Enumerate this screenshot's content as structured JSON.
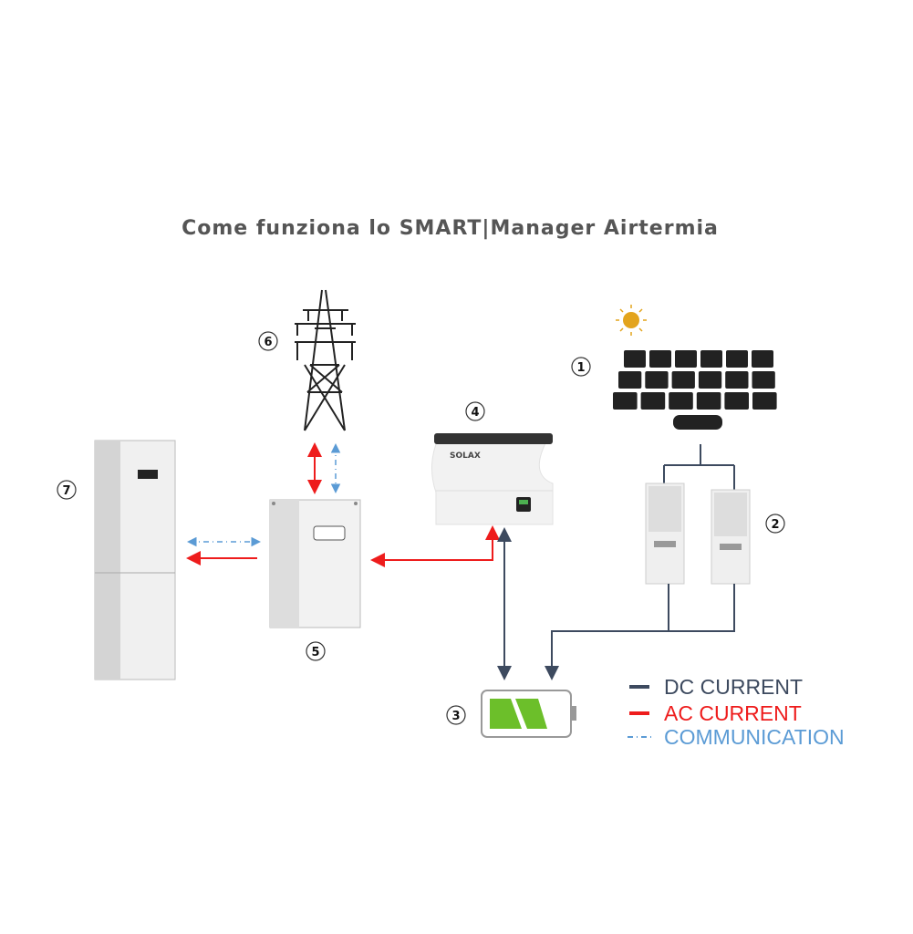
{
  "title": "Come funziona lo SMART|Manager Airtermia",
  "components": [
    {
      "number": "1",
      "icon": "solar-panel-icon"
    },
    {
      "number": "2",
      "icon": "charge-controller-icon"
    },
    {
      "number": "3",
      "icon": "battery-icon"
    },
    {
      "number": "4",
      "icon": "inverter-icon",
      "logo": "SOLAX"
    },
    {
      "number": "5",
      "icon": "smart-manager-box-icon"
    },
    {
      "number": "6",
      "icon": "power-tower-icon"
    },
    {
      "number": "7",
      "icon": "heat-pump-icon"
    }
  ],
  "legend": [
    {
      "label": "DC CURRENT",
      "color": "#3d4a5f"
    },
    {
      "label": "AC CURRENT",
      "color": "#ee1c1c"
    },
    {
      "label": "COMMUNICATION",
      "color": "#5b9bd5"
    }
  ]
}
